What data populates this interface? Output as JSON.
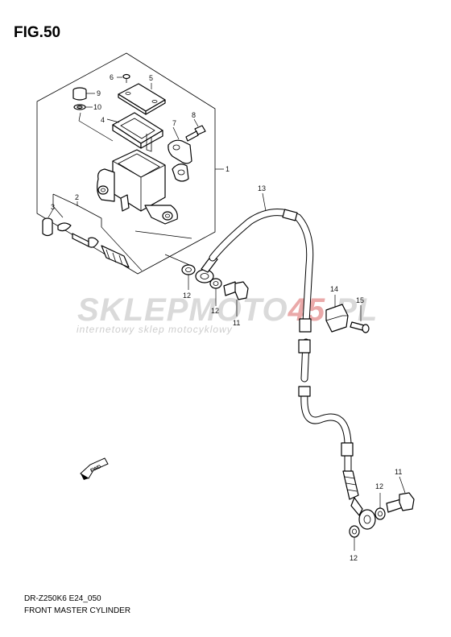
{
  "figure": {
    "title": "FIG.50",
    "model_code": "DR-Z250K6 E24_050",
    "caption": "FRONT MASTER CYLINDER"
  },
  "watermark": {
    "brand_part1": "SKLEPMOTO",
    "brand_part2": "45",
    "brand_part3": ".PL",
    "tagline": "internetowy sklep motocyklowy",
    "brand_color_gray": "#d6d6d6",
    "brand_color_red": "#e8a0a0"
  },
  "fwd_marker": {
    "text": "FWD"
  },
  "callouts": {
    "c1": "1",
    "c2": "2",
    "c3": "3",
    "c4": "4",
    "c5": "5",
    "c6": "6",
    "c7": "7",
    "c8": "8",
    "c9": "9",
    "c10": "10",
    "c11a": "11",
    "c11b": "11",
    "c12a": "12",
    "c12b": "12",
    "c12c": "12",
    "c12d": "12",
    "c13": "13",
    "c14": "14",
    "c15": "15"
  }
}
